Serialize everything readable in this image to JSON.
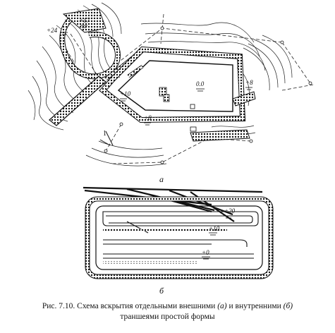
{
  "diagram": {
    "part_a": {
      "label": "а",
      "elevations": [
        "+24",
        "+17",
        "0.0",
        "+10",
        "+8",
        "+8"
      ]
    },
    "part_b": {
      "label": "б",
      "elevations": [
        "+20",
        "+10",
        "+0"
      ]
    },
    "caption": {
      "line1_prefix": "Рис. 7.10. Схема  вскрытия отдельными внешними",
      "mark_a": "(а)",
      "line1_mid": "и внутренними",
      "mark_b": "(б)",
      "line2": "траншеями простой формы"
    }
  }
}
